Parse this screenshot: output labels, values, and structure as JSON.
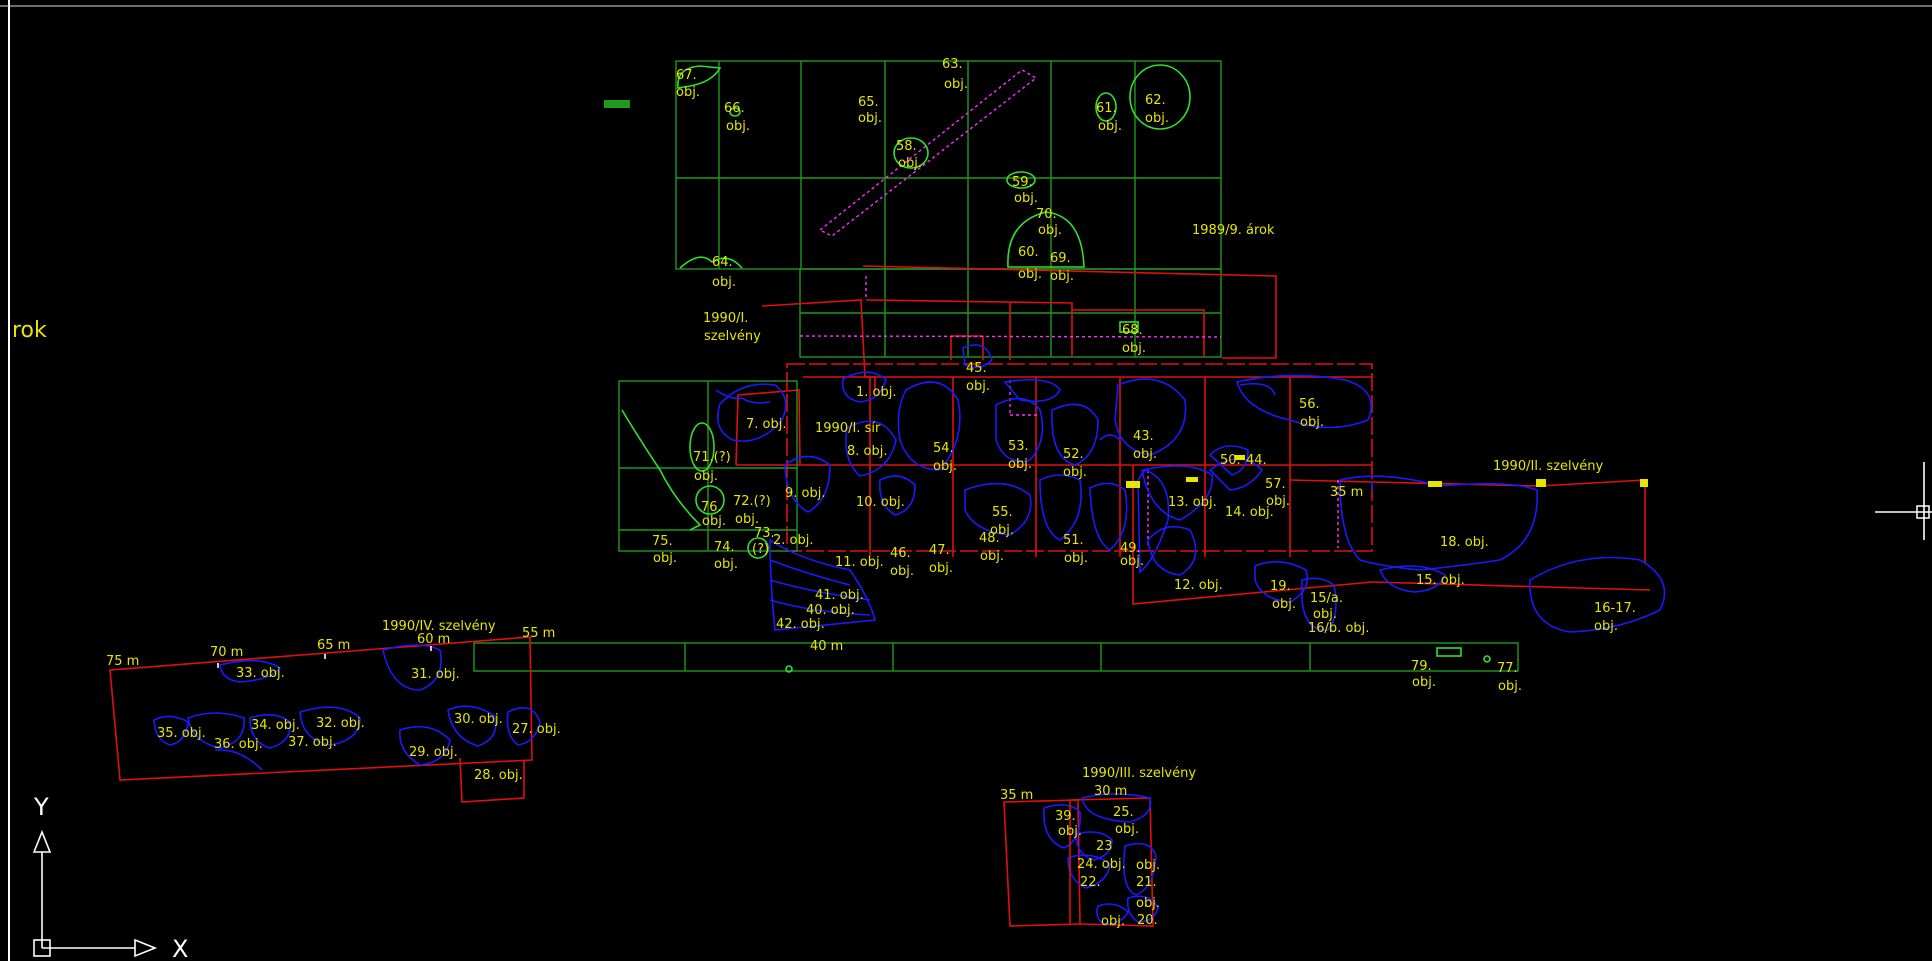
{
  "side_text": "rok",
  "axis": {
    "y": "Y",
    "x": "X"
  },
  "labels": [
    "67.",
    "obj.",
    "63.",
    "obj.",
    "66.",
    "obj.",
    "65.",
    "obj.",
    "61.",
    "obj.",
    "62.",
    "obj.",
    "58.",
    "obj.",
    "59.",
    "obj.",
    "70.",
    "obj.",
    "60.",
    "obj.",
    "69.",
    "obj.",
    "64.",
    "obj.",
    "1989/9. árok",
    "1990/I.",
    "szelvény",
    "68.",
    "obj.",
    "45.",
    "obj.",
    "1. obj.",
    "56.",
    "obj.",
    "7. obj.",
    "1990/I. sír",
    "8. obj.",
    "54.",
    "obj.",
    "53.",
    "obj.",
    "52.",
    "obj.",
    "43.",
    "obj.",
    "50.",
    "44.",
    "71.(?)",
    "obj.",
    "9. obj.",
    "10. obj.",
    "55.",
    "obj.",
    "13. obj.",
    "14. obj.",
    "57.",
    "obj.",
    "35 m",
    "1990/II. szelvény",
    "76.",
    "obj.",
    "72.(?)",
    "obj.",
    "73.",
    "(?)",
    "2. obj.",
    "48.",
    "obj.",
    "51.",
    "obj.",
    "49.",
    "obj.",
    "18. obj.",
    "75.",
    "obj.",
    "74.",
    "obj.",
    "46.",
    "obj.",
    "47.",
    "obj.",
    "11. obj.",
    "12. obj.",
    "19.",
    "obj.",
    "15. obj.",
    "15/a.",
    "obj.",
    "16-17.",
    "obj.",
    "41. obj.",
    "40. obj.",
    "42. obj.",
    "16/b. obj.",
    "1990/IV. szelvény",
    "75 m",
    "70 m",
    "65 m",
    "60 m",
    "55 m",
    "40 m",
    "33. obj.",
    "31. obj.",
    "79.",
    "obj.",
    "77.",
    "obj.",
    "35. obj.",
    "36. obj.",
    "34. obj.",
    "37. obj.",
    "32. obj.",
    "30. obj.",
    "27. obj.",
    "29. obj.",
    "28. obj.",
    "1990/III. szelvény",
    "30 m",
    "35 m",
    "39.",
    "obj.",
    "25.",
    "obj.",
    "23",
    "24. obj.",
    "22.",
    "obj.",
    "21.",
    "obj.",
    "20.",
    "obj."
  ]
}
